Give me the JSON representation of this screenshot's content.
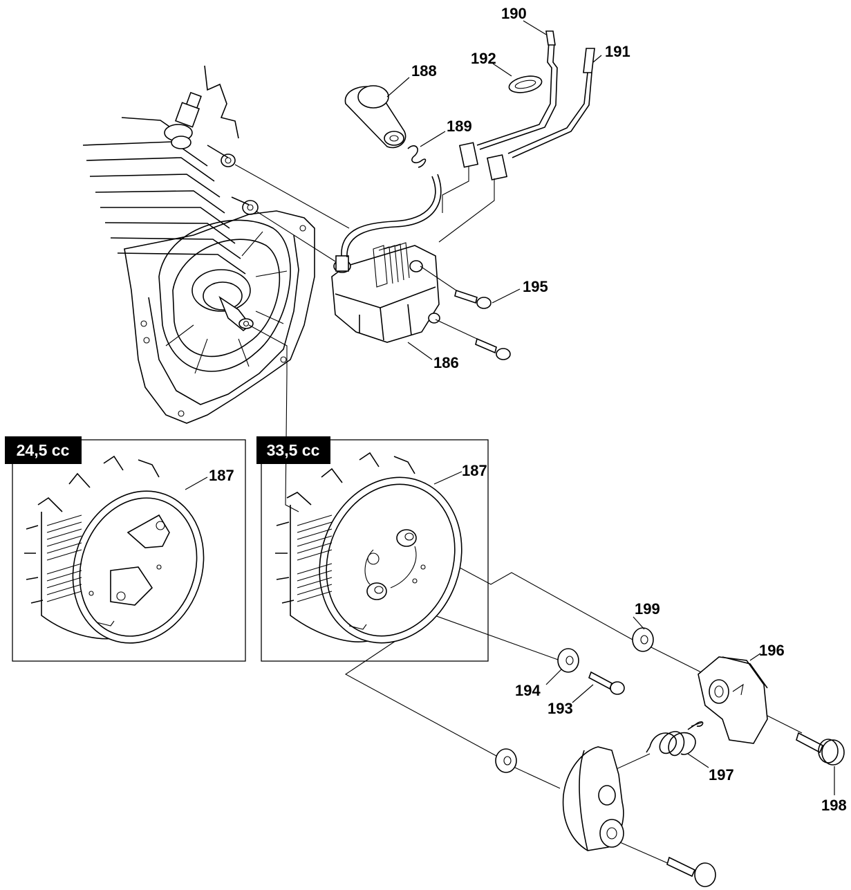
{
  "variants": [
    {
      "label": "24,5 cc"
    },
    {
      "label": "33,5 cc"
    }
  ],
  "parts": {
    "p186": "186",
    "p187a": "187",
    "p187b": "187",
    "p188": "188",
    "p189": "189",
    "p190": "190",
    "p191": "191",
    "p192": "192",
    "p193": "193",
    "p194": "194",
    "p195": "195",
    "p196": "196",
    "p197": "197",
    "p198": "198",
    "p199": "199"
  }
}
